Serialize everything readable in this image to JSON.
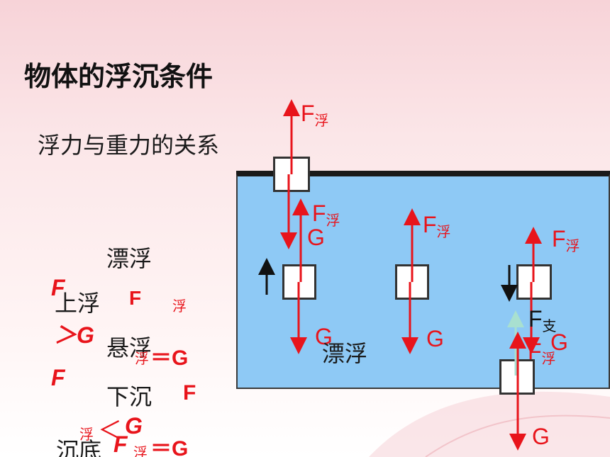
{
  "title": "物体的浮沉条件",
  "subtitle": "浮力与重力的关系",
  "states": {
    "piaofu": "漂浮",
    "shangfu": "上浮",
    "xuanfu": "悬浮",
    "xiachen": "下沉",
    "chendi": "沉底"
  },
  "conditions": {
    "F": "F",
    "fu": "浮",
    "gt_G": "＞G",
    "eq_G": "＝G",
    "lt": "＜",
    "G": "G"
  },
  "diagram": {
    "F_label": "F",
    "fu_sub": "浮",
    "G_label": "G",
    "zhi_sub": "支",
    "water_label": "漂浮"
  },
  "colors": {
    "force_arrow": "#e8141b",
    "water": "#8ec9f5",
    "support_arrow": "#a8e0d0"
  }
}
